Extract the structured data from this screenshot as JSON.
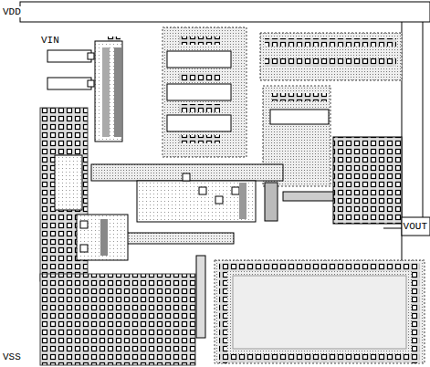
{
  "diagram": {
    "labels": [
      "VDD",
      "VIN",
      "VOUT",
      "VSS"
    ]
  }
}
